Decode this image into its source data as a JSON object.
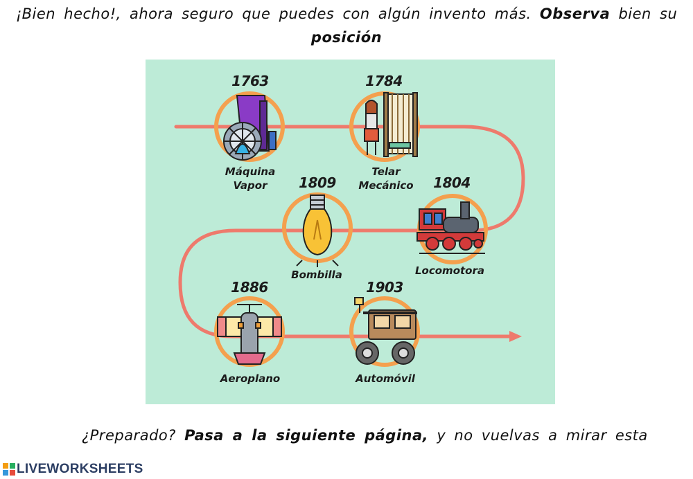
{
  "header": {
    "line1_normal": "¡Bien hecho!, ahora seguro que puedes con algún invento más.",
    "line1_bold": "Observa",
    "line1_tail": "bien su",
    "line2_bold": "posición"
  },
  "timeline": {
    "items": [
      {
        "year": "1763",
        "label_line1": "Máquina",
        "label_line2": "Vapor",
        "icon": "steam-machine-icon"
      },
      {
        "year": "1784",
        "label_line1": "Telar",
        "label_line2": "Mecánico",
        "icon": "loom-icon"
      },
      {
        "year": "1809",
        "label_line1": "Bombilla",
        "label_line2": "",
        "icon": "light-bulb-icon"
      },
      {
        "year": "1804",
        "label_line1": "Locomotora",
        "label_line2": "",
        "icon": "locomotive-icon"
      },
      {
        "year": "1886",
        "label_line1": "Aeroplano",
        "label_line2": "",
        "icon": "airplane-icon"
      },
      {
        "year": "1903",
        "label_line1": "Automóvil",
        "label_line2": "",
        "icon": "car-icon"
      }
    ],
    "colors": {
      "background": "#bdebd7",
      "path": "#ee7a6c",
      "ring": "#f4a04e"
    }
  },
  "footer": {
    "normal1": "¿Preparado?",
    "bold": "Pasa a la siguiente página,",
    "normal2": "y no vuelvas a mirar esta"
  },
  "brand": {
    "name": "LIVEWORKSHEETS",
    "icon": "liveworksheets-logo-icon"
  }
}
